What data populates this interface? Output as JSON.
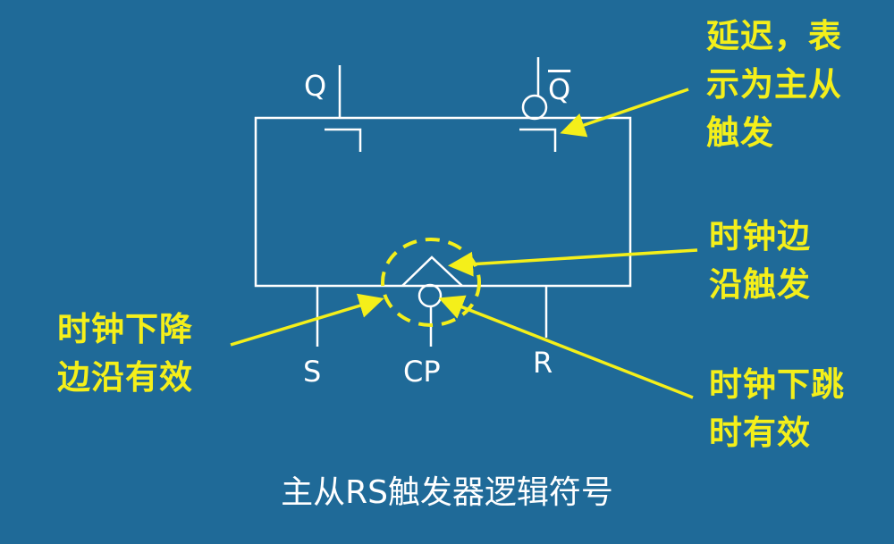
{
  "pins": {
    "q": "Q",
    "q_bar": "Q",
    "s": "S",
    "cp": "CP",
    "r": "R"
  },
  "annotations": {
    "delay": [
      "延迟，表",
      "示为主从",
      "触发"
    ],
    "edge": [
      "时钟边",
      "沿触发"
    ],
    "falling": [
      "时钟下降",
      "边沿有效"
    ],
    "low_jump": [
      "时钟下跳",
      "时有效"
    ]
  },
  "caption": "主从RS触发器逻辑符号",
  "colors": {
    "background": "#1f6a98",
    "line": "#ffffff",
    "annotation": "#f4ef1a"
  }
}
